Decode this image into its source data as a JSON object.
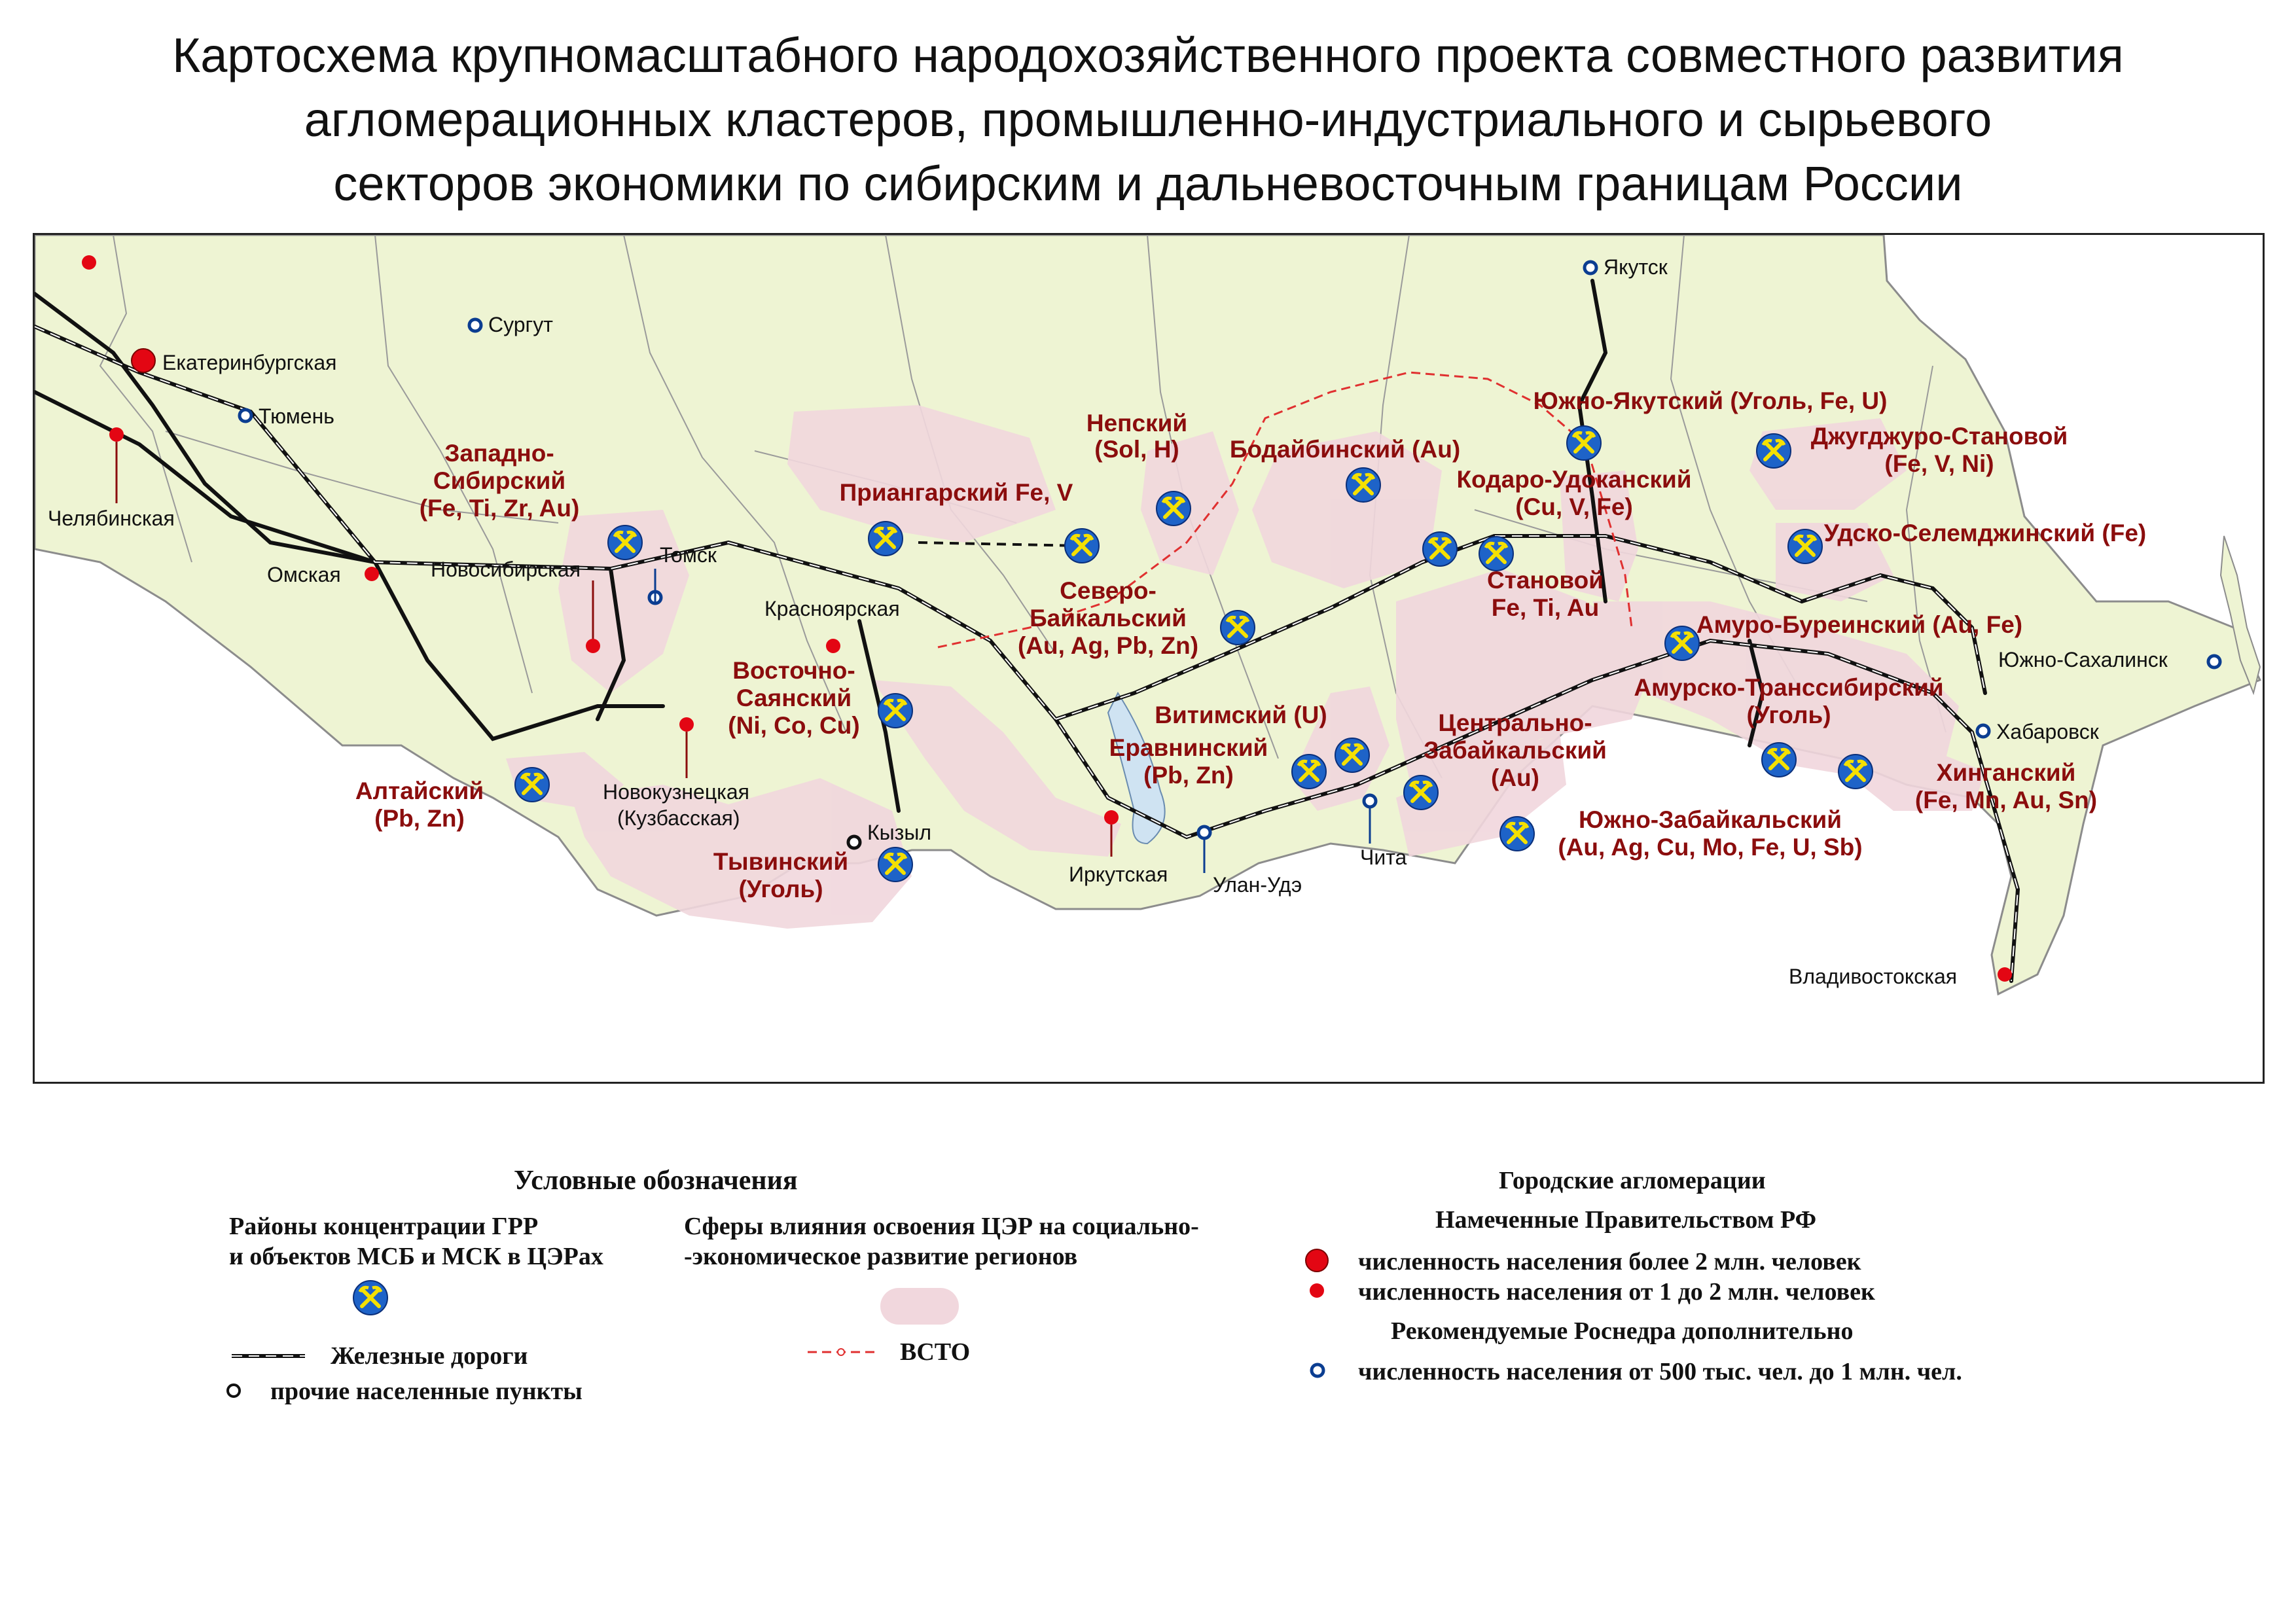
{
  "title": {
    "line1": "Картосхема крупномасштабного народохозяйственного проекта совместного развития",
    "line2": "агломерационных кластеров, промышленно-индустриального и сырьевого",
    "line3": "секторов экономики по сибирским и дальневосточным границам России"
  },
  "colors": {
    "land": "#eef4d3",
    "influence": "#f1d7dd",
    "border": "#8c8c8c",
    "cluster_text": "#8b0d0d",
    "agglomeration_red": "#e30613",
    "recommended_blue": "#0b3d91",
    "railway": "#111111",
    "vsto": "#e03030",
    "deposit_icon_bg": "#1e63c8",
    "deposit_icon_fg": "#f5e000"
  },
  "map": {
    "cities": {
      "ekaterinburg": "Екатеринбургская",
      "tyumen": "Тюмень",
      "surgut": "Сургут",
      "chelyabinsk": "Челябинская",
      "omsk": "Омская",
      "novosibirsk": "Новосибирская",
      "tomsk": "Томск",
      "krasnoyarsk": "Красноярская",
      "novokuznetsk_1": "Новокузнецкая",
      "novokuznetsk_2": "(Кузбасская)",
      "kyzyl": "Кызыл",
      "irkutsk": "Иркутская",
      "ulan_ude": "Улан-Удэ",
      "chita": "Чита",
      "yakutsk": "Якутск",
      "khabarovsk": "Хабаровск",
      "yuzhno_sakhalinsk": "Южно-Сахалинск",
      "vladivostok": "Владивостокская"
    },
    "clusters": {
      "zapadno_sib_1": "Западно-",
      "zapadno_sib_2": "Сибирский",
      "zapadno_sib_3": "(Fe, Ti, Zr, Au)",
      "altai_1": "Алтайский",
      "altai_2": "(Pb, Zn)",
      "priangarsky": "Приангарский Fe, V",
      "nepsky_1": "Непский",
      "nepsky_2": "(Sol, H)",
      "vost_sayan_1": "Восточно-",
      "vost_sayan_2": "Саянский",
      "vost_sayan_3": "(Ni, Co, Cu)",
      "tyva_1": "Тывинский",
      "tyva_2": "(Уголь)",
      "sev_baikal_1": "Северо-",
      "sev_baikal_2": "Байкальский",
      "sev_baikal_3": "(Au, Ag, Pb, Zn)",
      "bodaibo": "Бодайбинский (Au)",
      "vitim": "Витимский (U)",
      "eravna_1": "Еравнинский",
      "eravna_2": "(Pb, Zn)",
      "kodar_1": "Кодаро-Удоканский",
      "kodar_2": "(Cu, V, Fe)",
      "stanovoy_1": "Становой",
      "stanovoy_2": "Fe, Ti, Au",
      "yuzh_yakut": "Южно-Якутский (Уголь, Fe, U)",
      "dzhugdzhur_1": "Джугджуро-Становой",
      "dzhugdzhur_2": "(Fe, V, Ni)",
      "udsko": "Удско-Селемджинский (Fe)",
      "amur_bureya": "Амуро-Буреинский (Au, Fe)",
      "amur_trans_1": "Амурско-Транссибирский",
      "amur_trans_2": "(Уголь)",
      "tsentr_zab_1": "Центрально-",
      "tsentr_zab_2": "Забайкальский",
      "tsentr_zab_3": "(Au)",
      "yuzh_zab_1": "Южно-Забайкальский",
      "yuzh_zab_2": "(Au, Ag, Cu, Mo, Fe, U, Sb)",
      "khingan_1": "Хинганский",
      "khingan_2": "(Fe, Mn, Au, Sn)"
    }
  },
  "legend": {
    "heading": "Условные обозначения",
    "grr_line1": "Районы концентрации ГРР",
    "grr_line2": "и объектов МСБ и МСК в ЦЭРах",
    "influence_line1": "Сферы влияния освоения ЦЭР на социально-",
    "influence_line2": "-экономическое развитие регионов",
    "railways": "Железные дороги",
    "vsto": "ВСТО",
    "settlements": "прочие населенные пункты",
    "agglomerations_heading": "Городские агломерации",
    "government_heading": "Намеченные Правительством РФ",
    "over_2m": "численность населения более 2 млн. человек",
    "from_1_to_2m": "численность населения от 1 до 2 млн. человек",
    "rosneft_heading": "Рекомендуемые Роснедра дополнительно",
    "from_500k_to_1m": "численность населения от 500 тыс. чел. до 1 млн. чел."
  }
}
